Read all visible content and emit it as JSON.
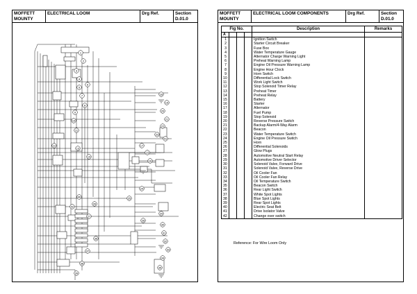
{
  "left_page": {
    "company": "MOFFETT MOUNTY",
    "title": "ELECTRICAL LOOM",
    "drg_ref_label": "Drg Ref.",
    "section": "Section D.01.0",
    "diagram_numbers": [
      "1",
      "2",
      "3",
      "4",
      "5",
      "6",
      "7",
      "8",
      "9",
      "10",
      "11",
      "12",
      "13",
      "14",
      "15",
      "16",
      "17",
      "18",
      "19",
      "20",
      "21",
      "22",
      "23",
      "24",
      "25",
      "26",
      "27",
      "28",
      "29",
      "30",
      "31",
      "32",
      "33",
      "34",
      "35",
      "36",
      "37",
      "38",
      "39",
      "40",
      "41",
      "42"
    ]
  },
  "right_page": {
    "company": "MOFFETT MOUNTY",
    "title": "ELECTRICAL LOOM COMPONENTS",
    "drg_ref_label": "Drg Ref.",
    "section": "Section D.01.0",
    "table_headers": {
      "fig": "Fig No.",
      "description": "Description",
      "remarks": "Remarks"
    },
    "subsection": "A",
    "components": [
      {
        "n": "1",
        "d": "Ignition Switch"
      },
      {
        "n": "2",
        "d": "Starter Circuit Breaker"
      },
      {
        "n": "3",
        "d": "Fuse Box"
      },
      {
        "n": "4",
        "d": "Water Temperature Gauge"
      },
      {
        "n": "5",
        "d": "Alternator Charge Warning Light"
      },
      {
        "n": "6",
        "d": "Preheat Warning Lamp"
      },
      {
        "n": "7",
        "d": "Engine Oil Pressure Warning Lamp"
      },
      {
        "n": "8",
        "d": "Engine Hour Clock"
      },
      {
        "n": "9",
        "d": "Horn Switch"
      },
      {
        "n": "10",
        "d": "Differential Lock Switch"
      },
      {
        "n": "11",
        "d": "Work Light Switch"
      },
      {
        "n": "12",
        "d": "Stop Solenoid Timer Relay"
      },
      {
        "n": "13",
        "d": "Preheat Timer"
      },
      {
        "n": "14",
        "d": "Preheat Relay"
      },
      {
        "n": "15",
        "d": "Battery"
      },
      {
        "n": "16",
        "d": "Starter"
      },
      {
        "n": "17",
        "d": "Alternator"
      },
      {
        "n": "18",
        "d": "Fuel Pump"
      },
      {
        "n": "19",
        "d": "Stop Solenoid"
      },
      {
        "n": "20",
        "d": "Reverse Pressure Switch"
      },
      {
        "n": "21",
        "d": "Backup Alarm/4-Way Alarm"
      },
      {
        "n": "22",
        "d": "Beacon"
      },
      {
        "n": "23",
        "d": "Water Temperature Switch"
      },
      {
        "n": "24",
        "d": "Engine Oil Pressure Switch"
      },
      {
        "n": "25",
        "d": "Horn"
      },
      {
        "n": "26",
        "d": "Differential Solenoids"
      },
      {
        "n": "27",
        "d": "Glow Plugs"
      },
      {
        "n": "28",
        "d": "Automotive Neutral Start Relay"
      },
      {
        "n": "29",
        "d": "Automotive Driver Selector"
      },
      {
        "n": "30",
        "d": "Solenoid Valve, Forward Drive"
      },
      {
        "n": "31",
        "d": "Solenoid Valve, Reverse Drive"
      },
      {
        "n": "32",
        "d": "Oil Cooler Fan"
      },
      {
        "n": "33",
        "d": "Oil Cooler Fan Relay"
      },
      {
        "n": "34",
        "d": "Oil Temperature Switch"
      },
      {
        "n": "35",
        "d": "Beacon Switch"
      },
      {
        "n": "36",
        "d": "Rear Light Switch"
      },
      {
        "n": "37",
        "d": "White Spot Lights"
      },
      {
        "n": "38",
        "d": "Blue Spot Lights"
      },
      {
        "n": "39",
        "d": "Rear Spot Lights"
      },
      {
        "n": "40",
        "d": "Electric Seat Belt"
      },
      {
        "n": "41",
        "d": "Drive Isolator Valve"
      },
      {
        "n": "42",
        "d": "Change over switch"
      }
    ],
    "reference": "Reference:  For Wire Loom Only"
  }
}
